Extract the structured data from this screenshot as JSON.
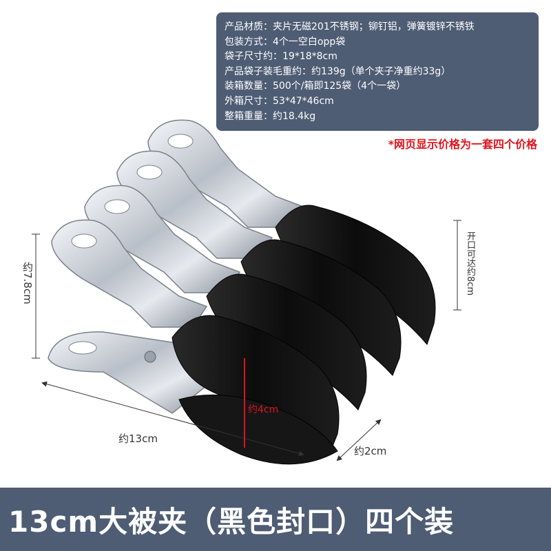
{
  "specs": [
    "产品材质：夹片无磁201不锈钢；铆钉铝，弹簧镀锌不锈铁",
    "包装方式：4个一空白opp袋",
    "袋子尺寸约：19*18*8cm",
    "产品袋子装毛重约：约139g（单个夹子净重约33g）",
    "装箱数量：500个/箱即125袋（4个一袋）",
    "外箱尺寸：53*47*46cm",
    "整箱重量：约18.4kg"
  ],
  "price_note": "*网页显示价格为一套四个价格",
  "dimensions": {
    "height": "约7.8cm",
    "length": "约13cm",
    "width": "约2cm",
    "jaw": "约4cm",
    "opening": "开口可达约8cm"
  },
  "banner_title": "13cm大被夹（黑色封口）四个装",
  "colors": {
    "panel": "#4e5c74",
    "accent_red": "#e0141e",
    "handle_black": "#111111",
    "steel": "#c9ced6"
  }
}
